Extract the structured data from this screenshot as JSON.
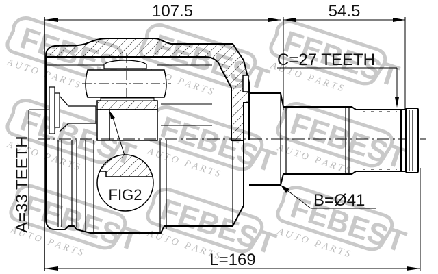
{
  "diagram": {
    "type": "technical-drawing",
    "subject": "CV joint (inner) dimension drawing",
    "colors": {
      "background": "#ffffff",
      "line": "#000000",
      "watermark": "#c4c4c4"
    },
    "watermark": {
      "brand": "FEBEST",
      "subtitle": "A U T O   P A R T S"
    },
    "dimensions": {
      "top_left": "107.5",
      "top_right": "54.5",
      "overall_length": "L=169"
    },
    "callouts": {
      "spline_c": "C=27 TEETH",
      "spline_a": "A=33 TEETH",
      "diameter_b": "B=Ø41",
      "detail": "FIG2"
    }
  }
}
